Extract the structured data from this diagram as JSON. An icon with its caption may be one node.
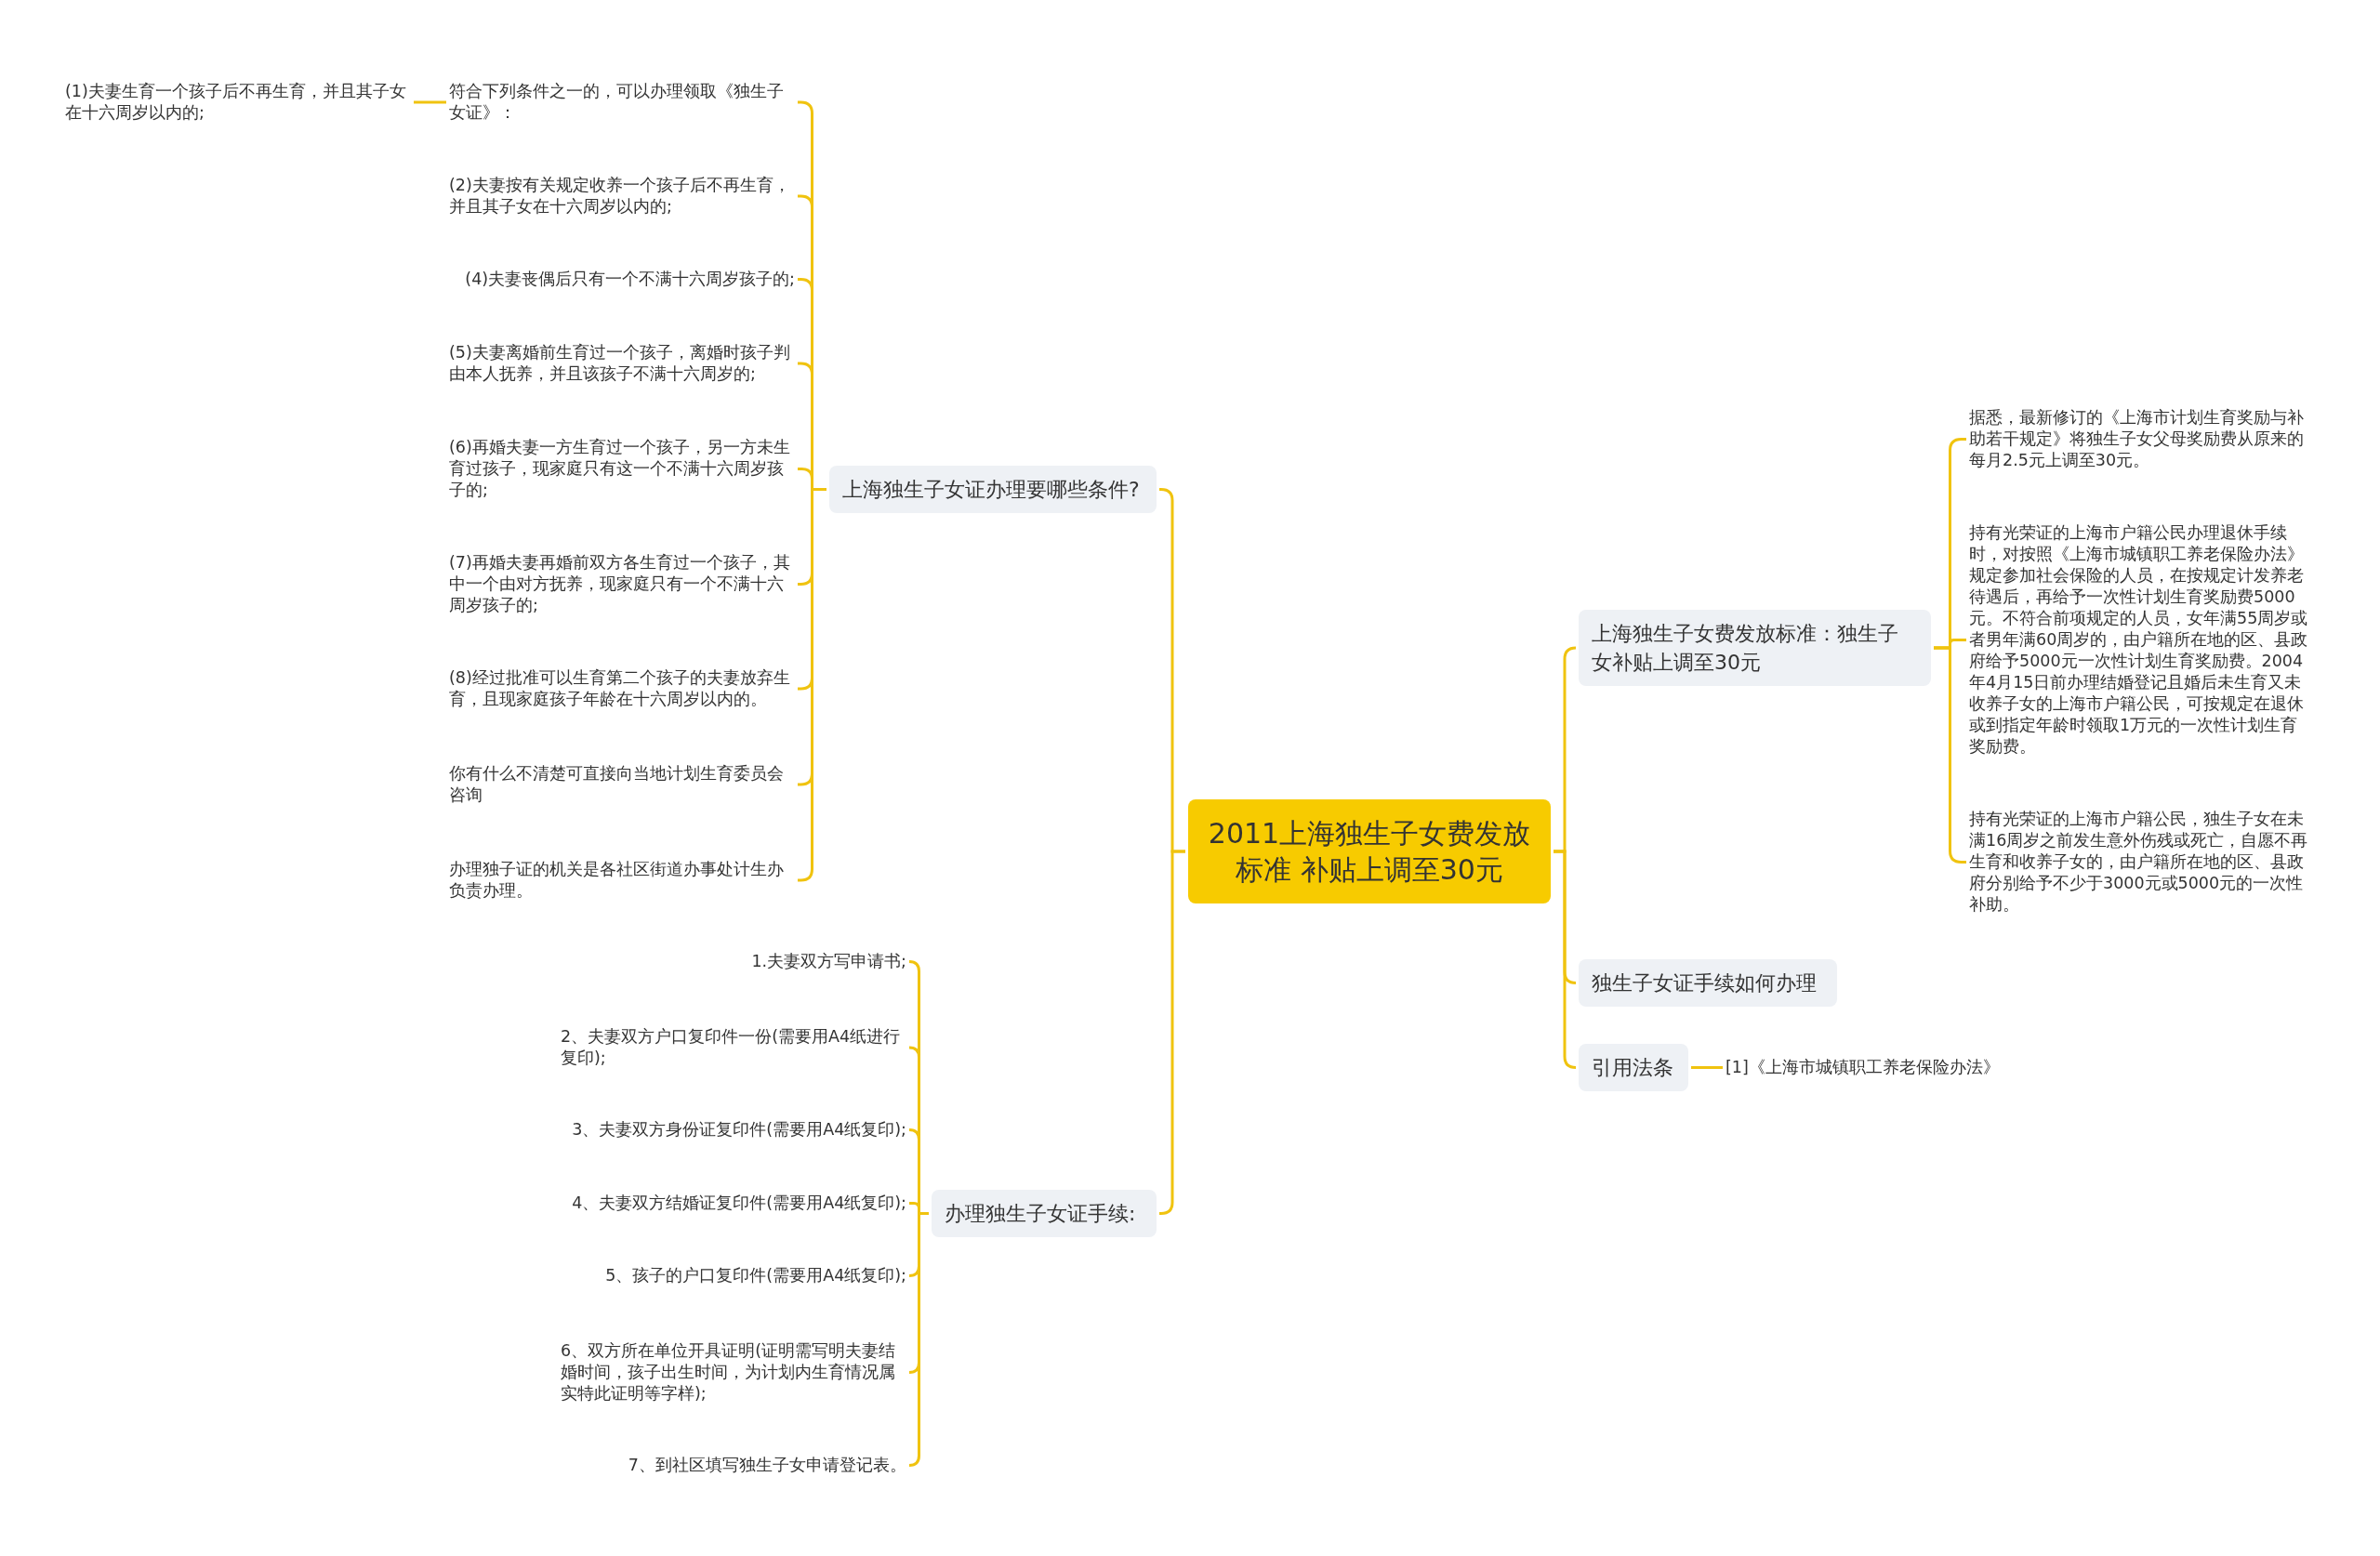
{
  "diagram": {
    "nodes": [
      {
        "text": [
          "2011上海独生子女费发放标准 补贴上调至30元"
        ]
      },
      {
        "text": [
          "上海独生子女证办理要哪些条件?"
        ]
      },
      {
        "text": [
          "符合下列条件之一的，可以办理领取《独生子女证》："
        ]
      },
      {
        "text": [
          "(1)夫妻生育一个孩子后不再生育，并且其子女在十六周岁以内的;"
        ]
      },
      {
        "text": [
          "(2)夫妻按有关规定收养一个孩子后不再生育，并且其子女在十六周岁以内的;"
        ]
      },
      {
        "text": [
          "(4)夫妻丧偶后只有一个不满十六周岁孩子的;"
        ]
      },
      {
        "text": [
          "(5)夫妻离婚前生育过一个孩子，离婚时孩子判由本人抚养，并且该孩子不满十六周岁的;"
        ]
      },
      {
        "text": [
          "(6)再婚夫妻一方生育过一个孩子，另一方未生育过孩子，现家庭只有这一个不满十六周岁孩子的;"
        ]
      },
      {
        "text": [
          "(7)再婚夫妻再婚前双方各生育过一个孩子，其中一个由对方抚养，现家庭只有一个不满十六周岁孩子的;"
        ]
      },
      {
        "text": [
          "(8)经过批准可以生育第二个孩子的夫妻放弃生育，且现家庭孩子年龄在十六周岁以内的。"
        ]
      },
      {
        "text": [
          "你有什么不清楚可直接向当地计划生育委员会咨询"
        ]
      },
      {
        "text": [
          "办理独子证的机关是各社区街道办事处计生办负责办理。"
        ]
      },
      {
        "text": [
          "办理独生子女证手续:"
        ]
      },
      {
        "text": [
          "1.夫妻双方写申请书;"
        ]
      },
      {
        "text": [
          "2、夫妻双方户口复印件一份(需要用A4纸进行复印);"
        ]
      },
      {
        "text": [
          "3、夫妻双方身份证复印件(需要用A4纸复印);"
        ]
      },
      {
        "text": [
          "4、夫妻双方结婚证复印件(需要用A4纸复印);"
        ]
      },
      {
        "text": [
          "5、孩子的户口复印件(需要用A4纸复印);"
        ]
      },
      {
        "text": [
          "6、双方所在单位开具证明(证明需写明夫妻结婚时间，孩子出生时间，为计划内生育情况属实特此证明等字样);"
        ]
      },
      {
        "text": [
          "7、到社区填写独生子女申请登记表。"
        ]
      },
      {
        "text": [
          "上海独生子女费发放标准：独生子女补贴上调至30元"
        ]
      },
      {
        "text": [
          "据悉，最新修订的《上海市计划生育奖励与补助若干规定》将独生子女父母奖励费从原来的每月2.5元上调至30元。"
        ]
      },
      {
        "text": [
          "持有光荣证的上海市户籍公民办理退休手续时，对按照《上海市城镇职工养老保险办法》规定参加社会保险的人员，在按规定计发养老待遇后，再给予一次性计划生育奖励费5000元。不符合前项规定的人员，女年满55周岁或者男年满60周岁的，由户籍所在地的区、县政府给予5000元一次性计划生育奖励费。2004年4月15日前办理结婚登记且婚后未生育又未收养子女的上海市户籍公民，可按规定在退休或到指定年龄时领取1万元的一次性计划生育奖励费。"
        ]
      },
      {
        "text": [
          "持有光荣证的上海市户籍公民，独生子女在未满16周岁之前发生意外伤残或死亡，自愿不再生育和收养子女的，由户籍所在地的区、县政府分别给予不少于3000元或5000元的一次性补助。"
        ]
      },
      {
        "text": [
          "独生子女证手续如何办理"
        ]
      },
      {
        "text": [
          "引用法条"
        ]
      },
      {
        "text": [
          "[1]《上海市城镇职工养老保险办法》"
        ]
      }
    ],
    "edges": [
      {
        "from": 0,
        "to": 1,
        "arrow": "none"
      },
      {
        "from": 1,
        "to": 2,
        "arrow": "none"
      },
      {
        "from": 2,
        "to": 3,
        "arrow": "none"
      },
      {
        "from": 1,
        "to": 4,
        "arrow": "none"
      },
      {
        "from": 1,
        "to": 5,
        "arrow": "none"
      },
      {
        "from": 1,
        "to": 6,
        "arrow": "none"
      },
      {
        "from": 1,
        "to": 7,
        "arrow": "none"
      },
      {
        "from": 1,
        "to": 8,
        "arrow": "none"
      },
      {
        "from": 1,
        "to": 9,
        "arrow": "none"
      },
      {
        "from": 1,
        "to": 10,
        "arrow": "none"
      },
      {
        "from": 1,
        "to": 11,
        "arrow": "none"
      },
      {
        "from": 0,
        "to": 12,
        "arrow": "none"
      },
      {
        "from": 12,
        "to": 13,
        "arrow": "none"
      },
      {
        "from": 12,
        "to": 14,
        "arrow": "none"
      },
      {
        "from": 12,
        "to": 15,
        "arrow": "none"
      },
      {
        "from": 12,
        "to": 16,
        "arrow": "none"
      },
      {
        "from": 12,
        "to": 17,
        "arrow": "none"
      },
      {
        "from": 12,
        "to": 18,
        "arrow": "none"
      },
      {
        "from": 12,
        "to": 19,
        "arrow": "none"
      },
      {
        "from": 0,
        "to": 20,
        "arrow": "none"
      },
      {
        "from": 20,
        "to": 21,
        "arrow": "none"
      },
      {
        "from": 20,
        "to": 22,
        "arrow": "none"
      },
      {
        "from": 20,
        "to": 23,
        "arrow": "none"
      },
      {
        "from": 0,
        "to": 24,
        "arrow": "none"
      },
      {
        "from": 0,
        "to": 25,
        "arrow": "none"
      },
      {
        "from": 25,
        "to": 26,
        "arrow": "none"
      }
    ]
  }
}
